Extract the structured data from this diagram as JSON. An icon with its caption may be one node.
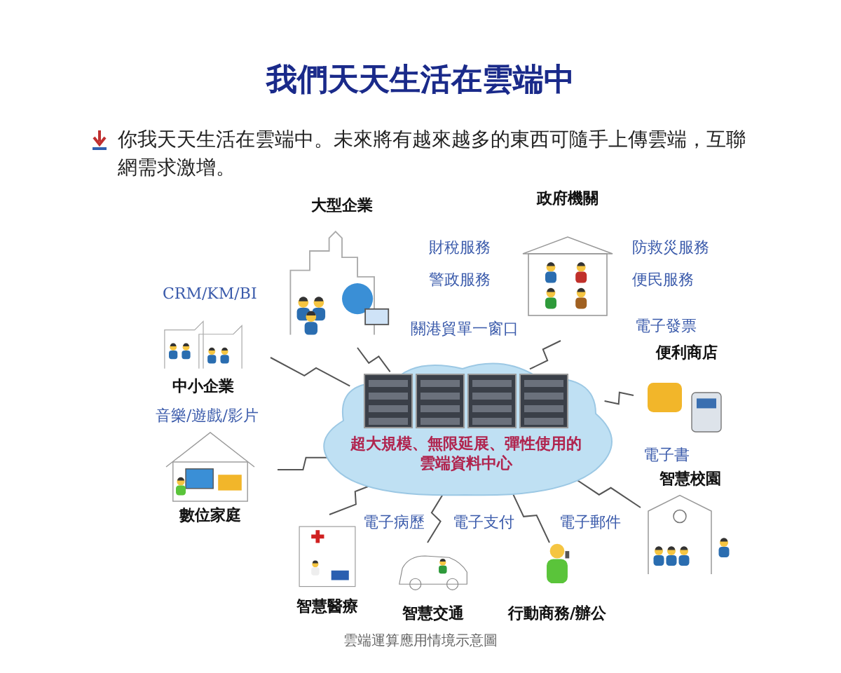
{
  "diagram": {
    "title": "我們天天生活在雲端中",
    "caption": "雲端運算應用情境示意圖",
    "nodes": [
      {
        "text": [
          "超大規模、無限延展、彈性使用的雲端資料中心"
        ]
      },
      {
        "text": [
          "大型企業"
        ]
      },
      {
        "text": [
          "中小企業"
        ]
      },
      {
        "text": [
          "政府機關"
        ]
      },
      {
        "text": [
          "便利商店"
        ]
      },
      {
        "text": [
          "智慧校園"
        ]
      },
      {
        "text": [
          "行動商務/辦公"
        ]
      },
      {
        "text": [
          "智慧交通"
        ]
      },
      {
        "text": [
          "智慧醫療"
        ]
      },
      {
        "text": [
          "數位家庭"
        ]
      }
    ],
    "edges": [
      {
        "from": 0,
        "to": 1,
        "arrow": "none",
        "label": "關港貿單一窗口"
      },
      {
        "from": 0,
        "to": 2,
        "arrow": "none",
        "label": "CRM/KM/BI"
      },
      {
        "from": 0,
        "to": 3,
        "arrow": "none"
      },
      {
        "from": 0,
        "to": 4,
        "arrow": "none",
        "label": "電子發票"
      },
      {
        "from": 0,
        "to": 5,
        "arrow": "none",
        "label": "電子書"
      },
      {
        "from": 0,
        "to": 6,
        "arrow": "none",
        "label": "電子郵件"
      },
      {
        "from": 0,
        "to": 7,
        "arrow": "none"
      },
      {
        "from": 0,
        "to": 8,
        "arrow": "none",
        "label": "電子病歷"
      },
      {
        "from": 0,
        "to": 9,
        "arrow": "none",
        "label": "音樂/遊戲/影片"
      }
    ],
    "labels": [
      "你我天天生活在雲端中。未來將有越來越多的東西可隨手上傳雲端，互聯網需求激增。",
      "財稅服務",
      "警政服務",
      "防救災服務",
      "便民服務",
      "電子支付"
    ]
  }
}
